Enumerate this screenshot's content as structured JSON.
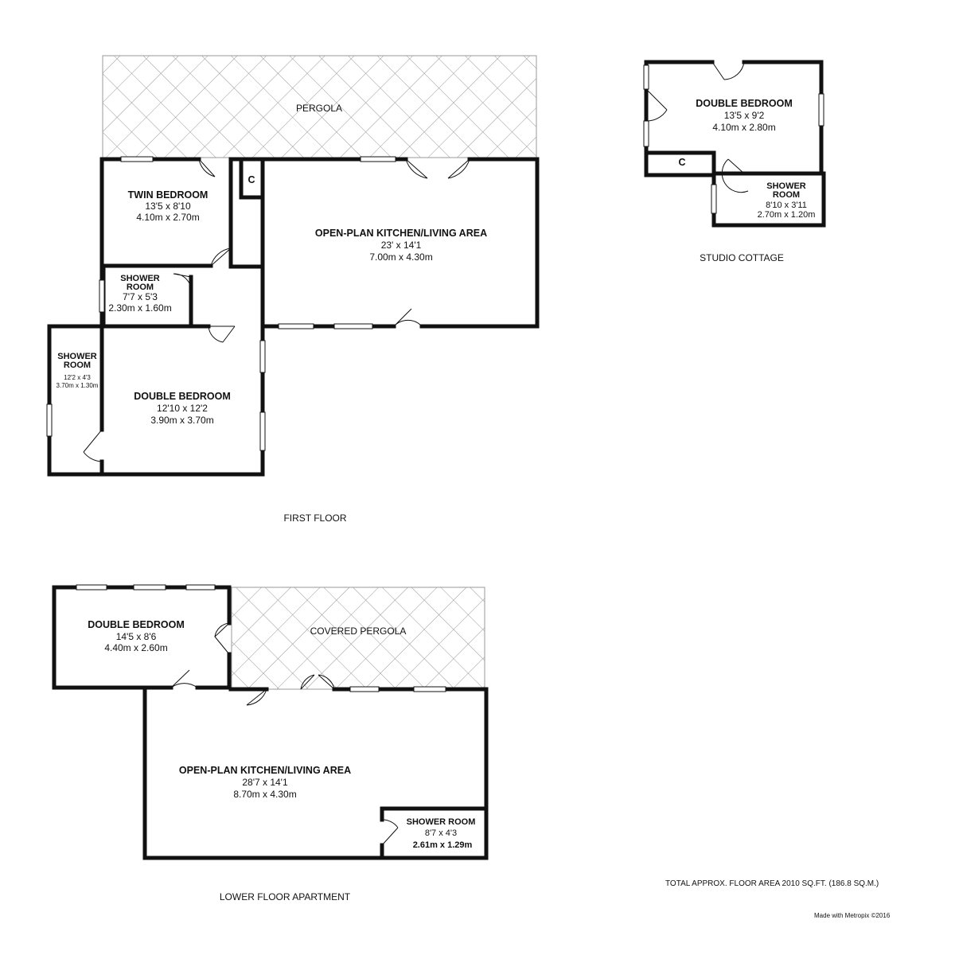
{
  "floors": {
    "first": {
      "label": "FIRST FLOOR",
      "pergola": "PERGOLA",
      "cupboard": "C",
      "rooms": {
        "twin_bedroom": {
          "name": "TWIN BEDROOM",
          "imperial": "13'5 x 8'10",
          "metric": "4.10m x 2.70m"
        },
        "kitchen": {
          "name": "OPEN-PLAN KITCHEN/LIVING AREA",
          "imperial": "23' x 14'1",
          "metric": "7.00m x 4.30m"
        },
        "shower_room_a": {
          "name_1": "SHOWER",
          "name_2": "ROOM",
          "imperial": "7'7 x 5'3",
          "metric": "2.30m x 1.60m"
        },
        "shower_room_b": {
          "name_1": "SHOWER",
          "name_2": "ROOM",
          "imperial": "12'2 x 4'3",
          "metric": "3.70m x 1.30m"
        },
        "double_bedroom": {
          "name": "DOUBLE BEDROOM",
          "imperial": "12'10 x 12'2",
          "metric": "3.90m x 3.70m"
        }
      }
    },
    "studio": {
      "label": "STUDIO COTTAGE",
      "cupboard": "C",
      "rooms": {
        "double_bedroom": {
          "name": "DOUBLE BEDROOM",
          "imperial": "13'5 x 9'2",
          "metric": "4.10m x 2.80m"
        },
        "shower_room": {
          "name_1": "SHOWER",
          "name_2": "ROOM",
          "imperial": "8'10 x 3'11",
          "metric": "2.70m x 1.20m"
        }
      }
    },
    "lower": {
      "label": "LOWER FLOOR APARTMENT",
      "pergola": "COVERED PERGOLA",
      "rooms": {
        "double_bedroom": {
          "name": "DOUBLE BEDROOM",
          "imperial": "14'5 x 8'6",
          "metric": "4.40m x 2.60m"
        },
        "kitchen": {
          "name": "OPEN-PLAN KITCHEN/LIVING AREA",
          "imperial": "28'7 x 14'1",
          "metric": "8.70m x 4.30m"
        },
        "shower_room": {
          "name": "SHOWER ROOM",
          "imperial": "8'7 x 4'3",
          "metric": "2.61m x 1.29m"
        }
      }
    }
  },
  "total_area": "TOTAL APPROX. FLOOR AREA 2010 SQ.FT. (186.8 SQ.M.)",
  "credit": "Made with Metropix ©2016"
}
